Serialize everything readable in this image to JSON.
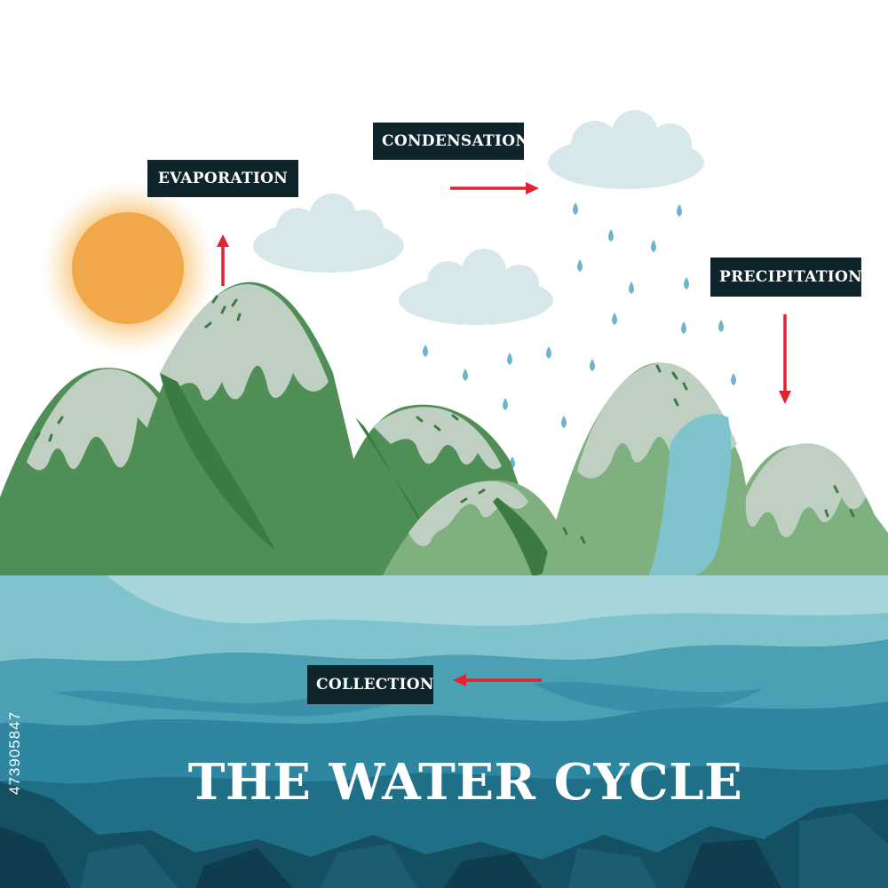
{
  "title": "THE WATER CYCLE",
  "labels": {
    "evaporation": "EVAPORATION",
    "condensation": "CONDENSATION",
    "precipitation": "PRECIPITATION",
    "collection": "COLLECTION"
  },
  "stock_id": "473905847",
  "colors": {
    "label_bg": "#10242c",
    "arrow": "#e0232e",
    "sun": "#f0a84a",
    "snow": "#bfd0c2",
    "mountain_green": "#4f8f55",
    "water_light": "#7fc4cc",
    "water_dark": "#1f6f86",
    "cloud": "#d7e8ea",
    "raindrop": "#6fb4cc"
  }
}
